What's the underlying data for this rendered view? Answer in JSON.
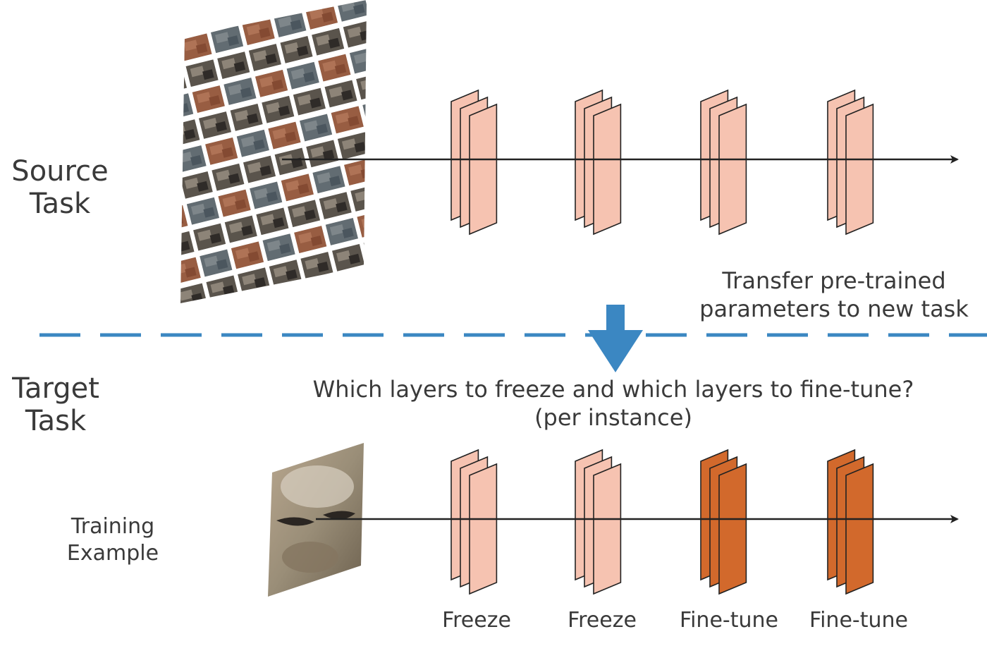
{
  "source": {
    "label_line1": "Source",
    "label_line2": "Task"
  },
  "target": {
    "label_line1": "Target",
    "label_line2": "Task"
  },
  "training_example": {
    "line1": "Training",
    "line2": "Example"
  },
  "transfer_note": {
    "line1": "Transfer pre-trained",
    "line2": "parameters to new task"
  },
  "question": {
    "line1": "Which layers to freeze and which layers to fine-tune?",
    "line2": "(per instance)"
  },
  "target_layers": [
    {
      "label": "Freeze",
      "mode": "freeze"
    },
    {
      "label": "Freeze",
      "mode": "freeze"
    },
    {
      "label": "Fine-tune",
      "mode": "fine-tune"
    },
    {
      "label": "Fine-tune",
      "mode": "fine-tune"
    }
  ],
  "colors": {
    "frozen_layer": "#f6c3b1",
    "finetune_layer": "#d2692c",
    "divider": "#3b87c2",
    "arrow": "#3b87c2"
  }
}
